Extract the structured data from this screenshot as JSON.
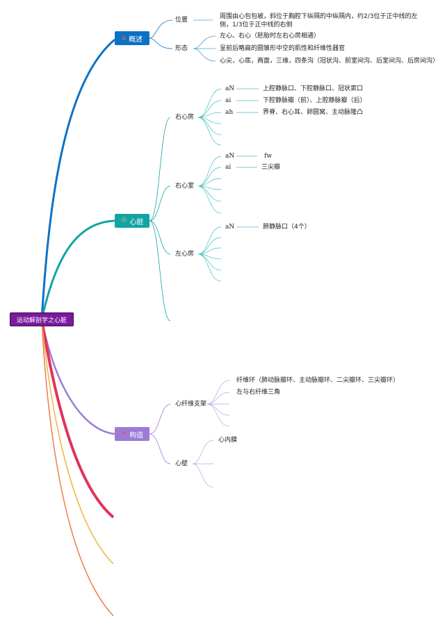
{
  "root": {
    "label": "运动解剖学之心脏"
  },
  "branches": {
    "overview": {
      "label": "概述",
      "color": "#0b72c6",
      "icon": "home-icon",
      "position": {
        "label": "位置",
        "text": "周围由心包包被，斜位于胸腔下纵隔的中纵隔内，约2/3位于正中线的左侧，1/3位于正中线的右侧"
      },
      "shape": {
        "label": "形态",
        "items": [
          "左心、右心（胚胎时左右心房相通）",
          "呈前后略扁的圆锥形中空的肌性和纤维性器官",
          "心尖，心底，两面，三缘，四条沟（冠状沟、前室间沟、后室间沟、后房间沟）"
        ]
      }
    },
    "heart": {
      "label": "心脏",
      "color": "#12a3a4",
      "icon": "heart-icon",
      "right_atrium": {
        "label": "右心房",
        "rows": [
          {
            "key": "aN",
            "value": "上腔静脉口、下腔静脉口、冠状窦口"
          },
          {
            "key": "ai",
            "value": "下腔静脉瓣（前）、上腔静脉瓣（后）"
          },
          {
            "key": "ah",
            "value": "界脊、右心耳、卵圆窝、主动脉隆凸"
          }
        ]
      },
      "right_ventricle": {
        "label": "右心室",
        "rows": [
          {
            "key": "aN",
            "value": "fw"
          },
          {
            "key": "ai",
            "value": "三尖瓣"
          }
        ]
      },
      "left_atrium": {
        "label": "左心房",
        "rows": [
          {
            "key": "aN",
            "value": "肺静脉口（4个）"
          }
        ]
      }
    },
    "structure": {
      "label": "构造",
      "color": "#9b7bd6",
      "icon": "tools-icon",
      "fibrous": {
        "label": "心纤维支架",
        "items": [
          "纤维环（肺动脉瓣环、主动脉瓣环、二尖瓣环、三尖瓣环）",
          "左与右纤维三角"
        ]
      },
      "wall": {
        "label": "心壁",
        "items": [
          "心内膜"
        ]
      }
    }
  },
  "colors": {
    "root": "#7a1a9c",
    "red": "#e0335a",
    "yellow": "#f0b43c",
    "orange": "#f07a4a"
  }
}
